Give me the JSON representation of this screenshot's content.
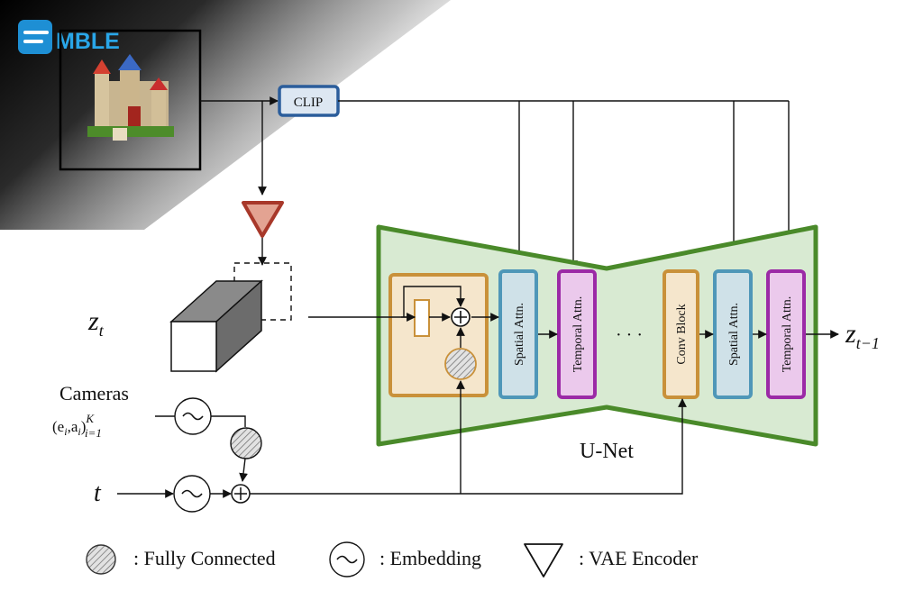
{
  "logo": {
    "text": "MBLE"
  },
  "blocks": {
    "clip": "CLIP",
    "spatial_attn_1": "Spatial Attn.",
    "temporal_attn_1": "Temporal Attn.",
    "dots": "· · ·",
    "conv_block": "Conv Block",
    "spatial_attn_2": "Spatial Attn.",
    "temporal_attn_2": "Temporal Attn.",
    "unet": "U-Net"
  },
  "inputs": {
    "z_t_var": "z",
    "z_t_sub": "t",
    "z_out_var": "z",
    "z_out_sub": "t−1",
    "cameras": "Cameras",
    "cameras_expr": "(e",
    "cameras_i1": "i",
    "cameras_comma": ",a",
    "cameras_i2": "i",
    "cameras_close": ")",
    "cameras_sup": "K",
    "cameras_sub": "i=1",
    "t_var": "t"
  },
  "legend": {
    "fully_connected": ": Fully Connected",
    "embedding": ": Embedding",
    "vae_encoder": ": VAE Encoder"
  },
  "colors": {
    "unet_fill": "#d8ead2",
    "unet_stroke": "#4a8a2a",
    "res_fill": "#f5e6cc",
    "res_stroke": "#c9913a",
    "spatial_fill": "#cfe1e8",
    "spatial_stroke": "#4f97b8",
    "temporal_fill": "#ebc9ec",
    "temporal_stroke": "#9b2aa6",
    "clip_stroke": "#2b5d9b",
    "vae_fill": "#e3a392",
    "vae_stroke": "#a8382a"
  }
}
